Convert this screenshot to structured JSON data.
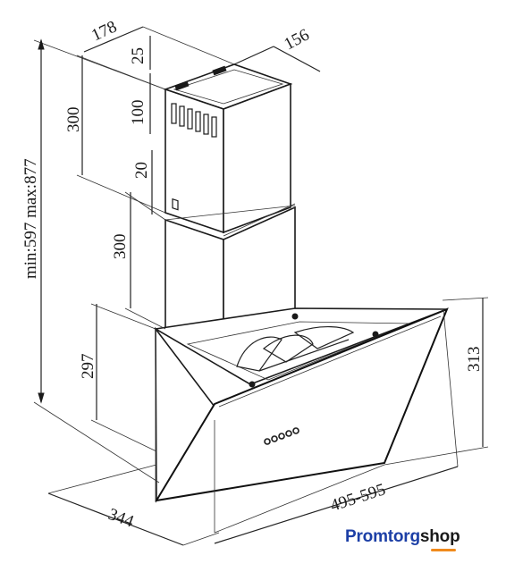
{
  "dimensions": {
    "chimney_width": "178",
    "chimney_depth": "156",
    "top_offset": "25",
    "upper_chimney_height": "300",
    "upper_overlap": "100",
    "gap": "20",
    "lower_chimney_height": "300",
    "total_height": "min:597 max:877",
    "hood_front_height": "313",
    "hood_side_height": "297",
    "hood_depth": "344",
    "hood_width": "495-595"
  },
  "brand": {
    "part1": "Promtorg",
    "part2": "shop"
  }
}
